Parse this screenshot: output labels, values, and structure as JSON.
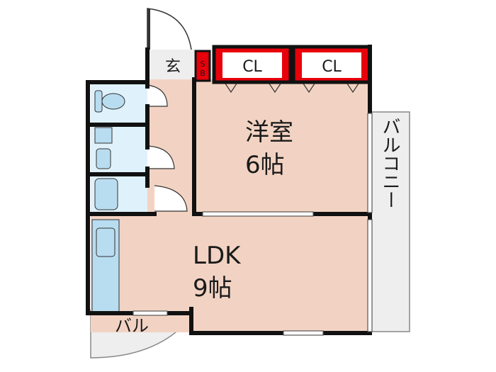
{
  "rooms": {
    "genkan": "玄",
    "shoe_box": "S\nB",
    "closet_1": "CL",
    "closet_2": "CL",
    "western_room": {
      "name": "洋室",
      "size": "6帖"
    },
    "ldk": {
      "name": "LDK",
      "size": "9帖"
    },
    "balcony_right": "バルコニー",
    "balcony_small": "バル"
  },
  "colors": {
    "wall": "#111111",
    "floor": "#f2d3c3",
    "closet": "#e8000b",
    "wet_area": "#dff1fb",
    "fixture": "#b9ddf0",
    "balcony": "#eeeeee"
  }
}
